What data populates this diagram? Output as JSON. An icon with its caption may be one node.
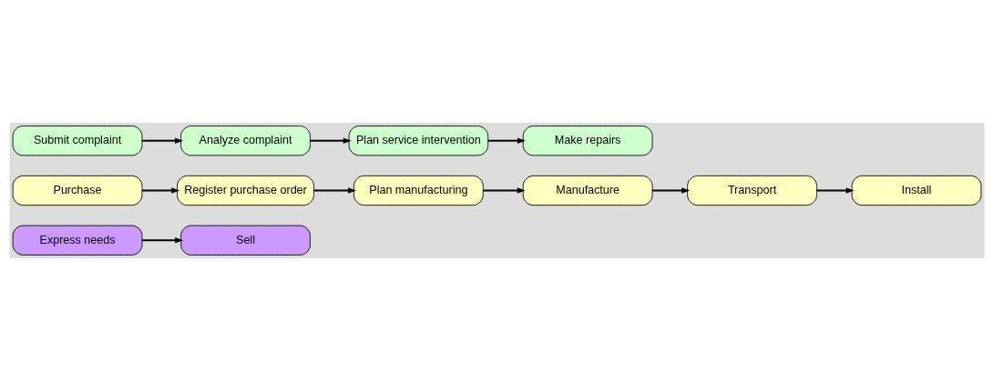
{
  "diagram": {
    "nodes": [
      {
        "text": [
          "Express needs"
        ]
      },
      {
        "text": [
          "Sell"
        ]
      },
      {
        "text": [
          "Purchase"
        ]
      },
      {
        "text": [
          "Register purchase order"
        ]
      },
      {
        "text": [
          "Plan manufacturing"
        ]
      },
      {
        "text": [
          "Manufacture"
        ]
      },
      {
        "text": [
          "Transport"
        ]
      },
      {
        "text": [
          "Install"
        ]
      },
      {
        "text": [
          "Submit complaint"
        ]
      },
      {
        "text": [
          "Analyze complaint"
        ]
      },
      {
        "text": [
          "Plan service intervention"
        ]
      },
      {
        "text": [
          "Make repairs"
        ]
      }
    ],
    "edges": [
      {
        "from": 0,
        "to": 1,
        "arrow": "to"
      },
      {
        "from": 2,
        "to": 3,
        "arrow": "to"
      },
      {
        "from": 3,
        "to": 4,
        "arrow": "to"
      },
      {
        "from": 4,
        "to": 5,
        "arrow": "to"
      },
      {
        "from": 5,
        "to": 6,
        "arrow": "to"
      },
      {
        "from": 6,
        "to": 7,
        "arrow": "to"
      },
      {
        "from": 8,
        "to": 9,
        "arrow": "to"
      },
      {
        "from": 9,
        "to": 10,
        "arrow": "to"
      },
      {
        "from": 10,
        "to": 11,
        "arrow": "to"
      }
    ]
  }
}
